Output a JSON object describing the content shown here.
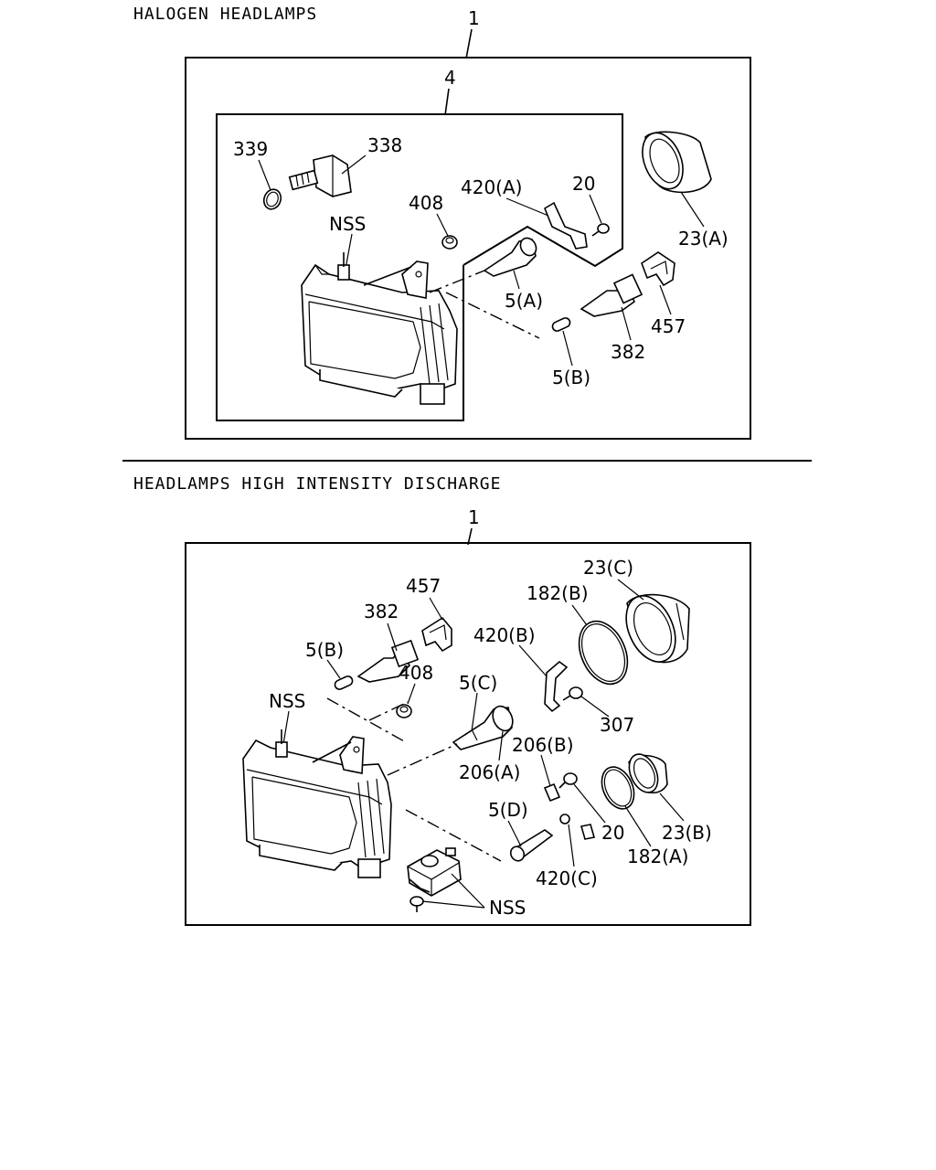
{
  "sections": {
    "halogen": {
      "title": "HALOGEN HEADLAMPS",
      "assembly_ref": "1",
      "subassembly_ref": "4",
      "labels": {
        "l339": "339",
        "l338": "338",
        "l408": "408",
        "l420a": "420(A)",
        "l20": "20",
        "lnss": "NSS",
        "l23a": "23(A)",
        "l5a": "5(A)",
        "l457": "457",
        "l382": "382",
        "l5b": "5(B)"
      }
    },
    "hid": {
      "title": "HEADLAMPS HIGH INTENSITY DISCHARGE",
      "assembly_ref": "1",
      "labels": {
        "l23c": "23(C)",
        "l457": "457",
        "l182b": "182(B)",
        "l382": "382",
        "l420b": "420(B)",
        "l5b": "5(B)",
        "l408": "408",
        "l5c": "5(C)",
        "lnss1": "NSS",
        "l307": "307",
        "l206b": "206(B)",
        "l206a": "206(A)",
        "l5d": "5(D)",
        "l20": "20",
        "l23b": "23(B)",
        "l182a": "182(A)",
        "l420c": "420(C)",
        "lnss2": "NSS"
      }
    }
  },
  "colors": {
    "ink": "#000000",
    "paper": "#ffffff"
  }
}
